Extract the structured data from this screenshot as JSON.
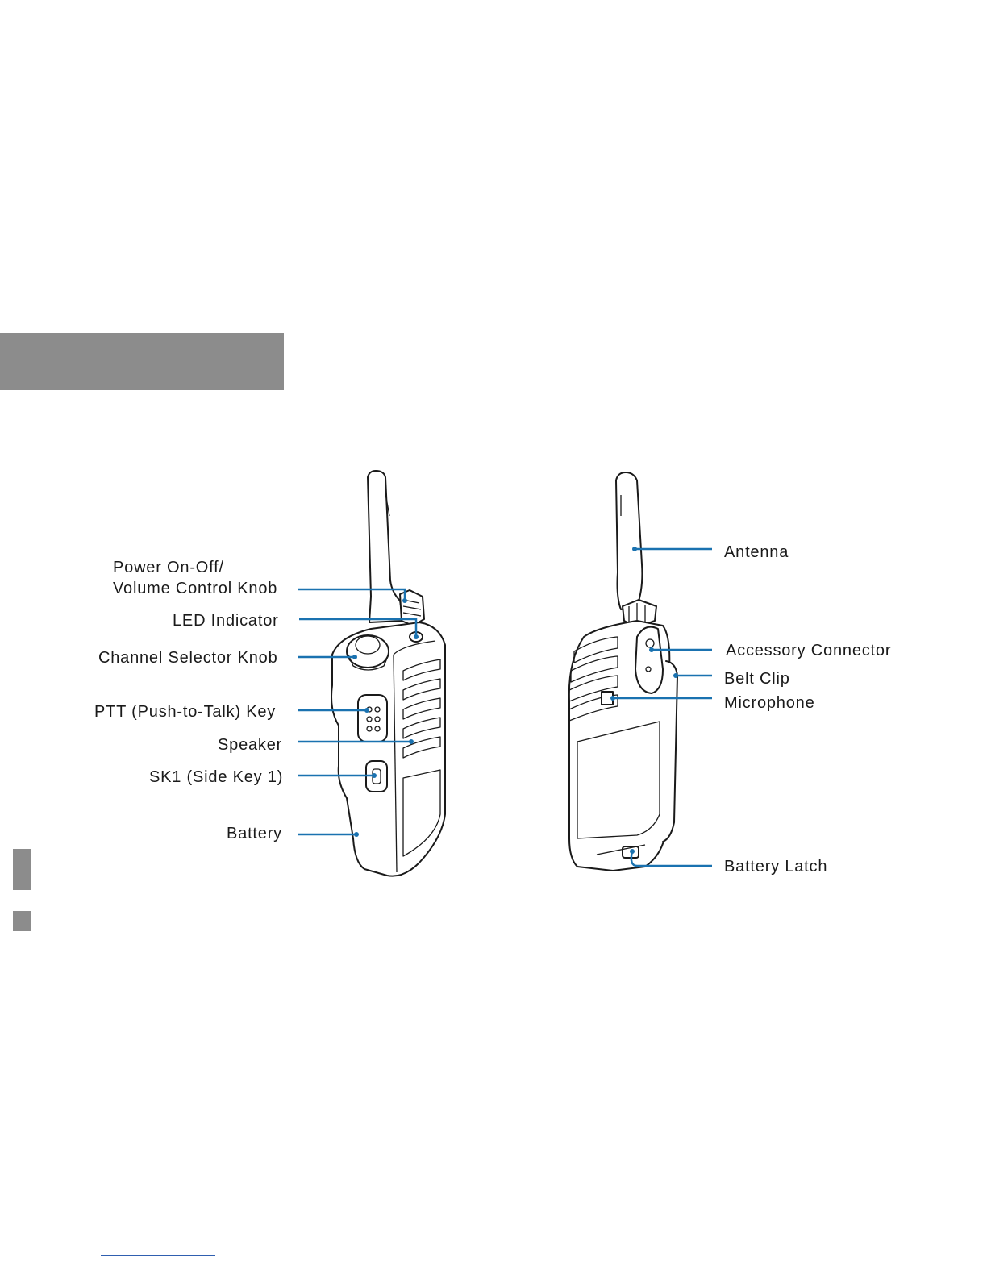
{
  "diagram": {
    "front_labels": {
      "power_line1": "Power On-Off/",
      "power_line2": "Volume Control Knob",
      "led": "LED Indicator",
      "channel": "Channel Selector Knob",
      "ptt": "PTT (Push-to-Talk) Key",
      "speaker": "Speaker",
      "sk1": "SK1 (Side Key 1)",
      "battery": "Battery"
    },
    "back_labels": {
      "antenna": "Antenna",
      "accessory": "Accessory Connector",
      "belt_clip": "Belt Clip",
      "microphone": "Microphone",
      "battery_latch": "Battery Latch"
    }
  },
  "colors": {
    "leader": "#1a72b0",
    "header_block": "#8c8c8c"
  }
}
